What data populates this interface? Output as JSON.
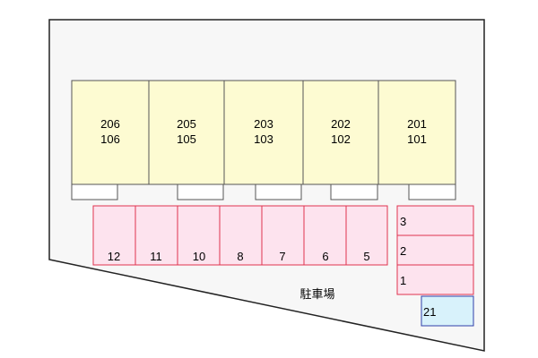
{
  "units": [
    {
      "upper": "206",
      "lower": "106"
    },
    {
      "upper": "205",
      "lower": "105"
    },
    {
      "upper": "203",
      "lower": "103"
    },
    {
      "upper": "202",
      "lower": "102"
    },
    {
      "upper": "201",
      "lower": "101"
    }
  ],
  "parking_row": [
    "12",
    "11",
    "10",
    "8",
    "7",
    "6",
    "5"
  ],
  "parking_right": [
    "3",
    "2",
    "1"
  ],
  "parking_special": "21",
  "parking_label": "駐車場",
  "colors": {
    "site_fill": "#f7f7f7",
    "site_stroke": "#222222",
    "building_fill": "#fdfbd2",
    "building_stroke": "#555555",
    "parking_fill": "#fde3ee",
    "parking_stroke": "#e0334f",
    "special_fill": "#d8f2fb",
    "special_stroke": "#2f3fa8",
    "step_fill": "#ffffff",
    "step_stroke": "#555555"
  }
}
